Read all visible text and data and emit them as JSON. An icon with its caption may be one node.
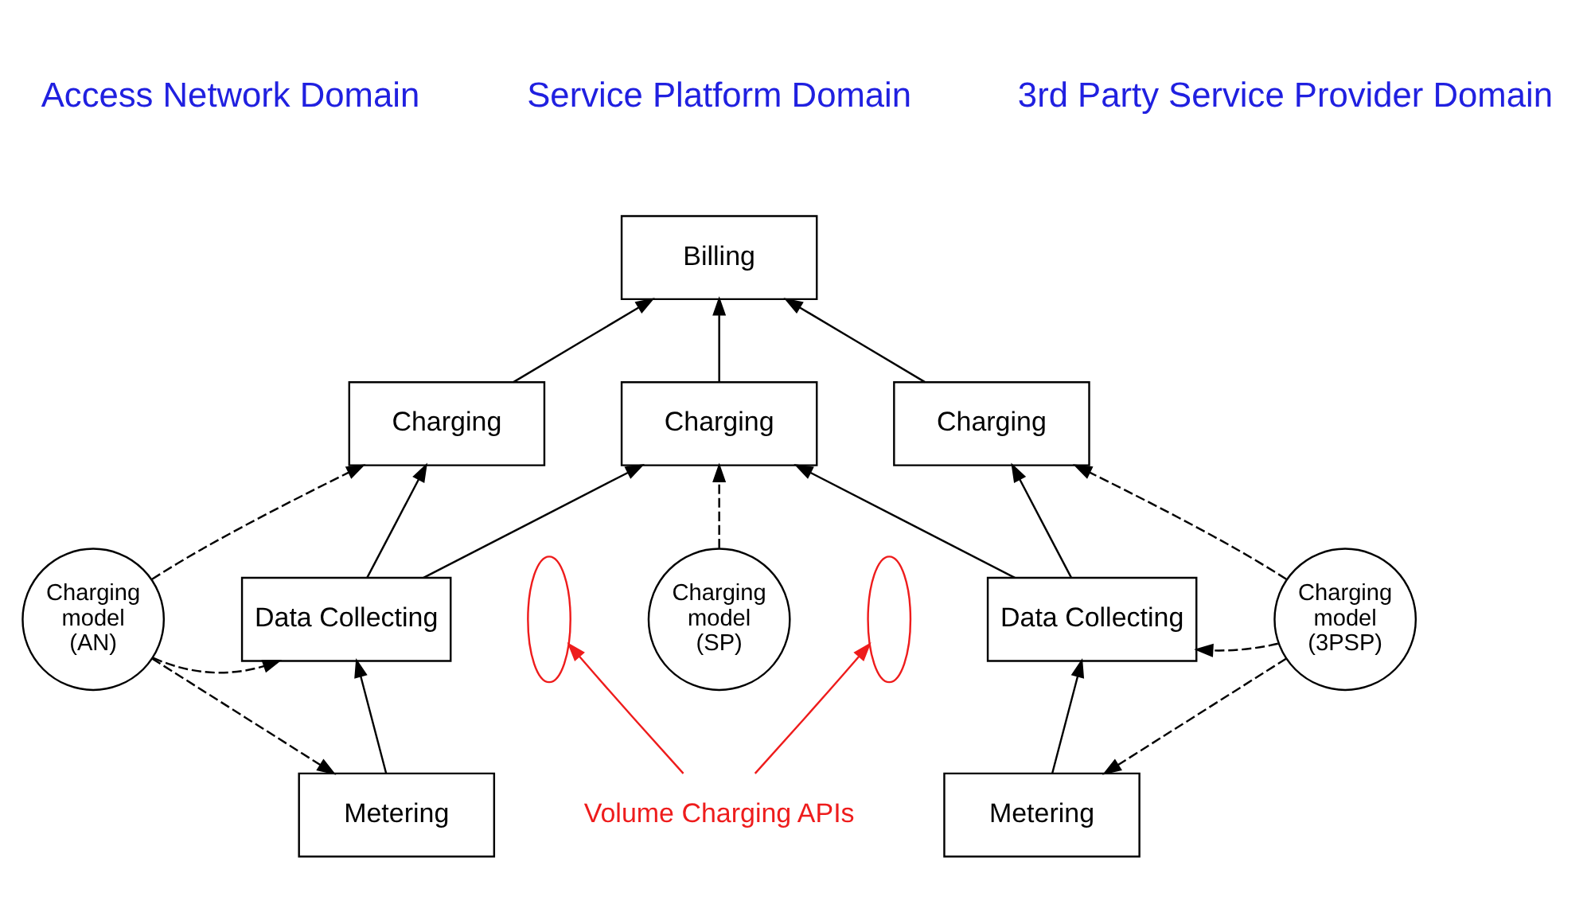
{
  "diagram": {
    "nodes": [
      {
        "text": [
          "Billing"
        ]
      },
      {
        "text": [
          "Charging"
        ]
      },
      {
        "text": [
          "Charging"
        ]
      },
      {
        "text": [
          "Charging"
        ]
      },
      {
        "text": [
          "Charging model (AN)"
        ]
      },
      {
        "text": [
          "Data Collecting"
        ]
      },
      {
        "text": [
          "Charging model (SP)"
        ]
      },
      {
        "text": [
          "Data Collecting"
        ]
      },
      {
        "text": [
          "Charging model (3PSP)"
        ]
      },
      {
        "text": [
          "Metering"
        ]
      },
      {
        "text": [
          "Metering"
        ]
      },
      {
        "text": [],
        "shape": "ellipse"
      },
      {
        "text": [
          "Volume Charging APIs"
        ]
      },
      {
        "text": [],
        "shape": "ellipse"
      }
    ],
    "edges": [
      {
        "from": 1,
        "to": 0,
        "arrow": "to"
      },
      {
        "from": 2,
        "to": 0,
        "arrow": "to"
      },
      {
        "from": 3,
        "to": 0,
        "arrow": "to"
      },
      {
        "from": 5,
        "to": 1,
        "arrow": "to"
      },
      {
        "from": 5,
        "to": 2,
        "arrow": "to"
      },
      {
        "from": 6,
        "to": 2,
        "arrow": "to",
        "style": "dashed"
      },
      {
        "from": 7,
        "to": 2,
        "arrow": "to"
      },
      {
        "from": 7,
        "to": 3,
        "arrow": "to"
      },
      {
        "from": 9,
        "to": 5,
        "arrow": "to"
      },
      {
        "from": 10,
        "to": 7,
        "arrow": "to"
      },
      {
        "from": 4,
        "to": 1,
        "arrow": "to",
        "style": "dashed"
      },
      {
        "from": 4,
        "to": 5,
        "arrow": "to",
        "style": "dashed"
      },
      {
        "from": 4,
        "to": 9,
        "arrow": "to",
        "style": "dashed"
      },
      {
        "from": 8,
        "to": 3,
        "arrow": "to",
        "style": "dashed"
      },
      {
        "from": 8,
        "to": 7,
        "arrow": "to",
        "style": "dashed"
      },
      {
        "from": 8,
        "to": 10,
        "arrow": "to",
        "style": "dashed"
      },
      {
        "from": 12,
        "to": 11,
        "arrow": "to",
        "color": "#ee1c1c"
      },
      {
        "from": 12,
        "to": 13,
        "arrow": "to",
        "color": "#ee1c1c"
      }
    ],
    "labels": [
      "Access Network Domain",
      "Service Platform Domain",
      "3rd Party Service Provider Domain"
    ]
  }
}
